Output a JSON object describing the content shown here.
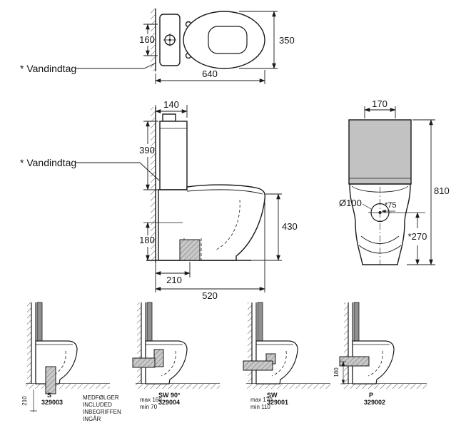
{
  "labels": {
    "water_inlet_top": "* Vandindtag",
    "water_inlet_side": "* Vandindtag"
  },
  "top_view": {
    "dim_hinge_width": "160",
    "dim_bowl_width": "350",
    "dim_total_depth": "640"
  },
  "side_view": {
    "dim_cistern_depth": "140",
    "dim_cistern_height": "390",
    "dim_rim_height": "430",
    "dim_outlet_height": "180",
    "dim_outlet_offset": "210",
    "dim_total_depth": "520"
  },
  "rear_view": {
    "dim_top_width": "170",
    "dim_total_height": "810",
    "inlet_diameter": "Ø100",
    "dim_inlet_offset": "*75",
    "dim_inlet_height": "*270"
  },
  "variants": [
    {
      "code": "S",
      "number": "329003",
      "dim": "210"
    },
    {
      "code": "SW 90°",
      "number": "329004",
      "dim_max": "max 160",
      "dim_min": "min 70"
    },
    {
      "code": "SW",
      "number": "329001",
      "dim_max": "max 170",
      "dim_min": "min 110"
    },
    {
      "code": "P",
      "number": "329002",
      "dim": "180"
    }
  ],
  "included_note": [
    "MEDFØLGER",
    "INCLUDED",
    "INBEGRIFFEN",
    "INGÅR"
  ]
}
